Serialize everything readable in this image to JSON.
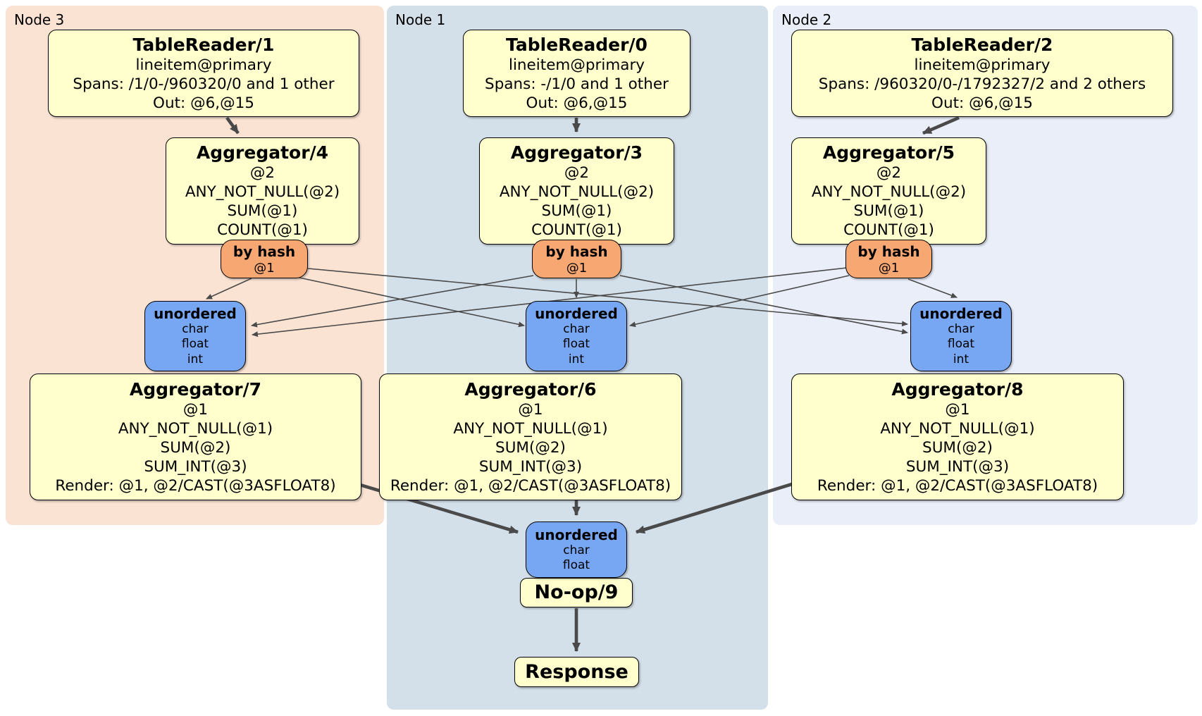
{
  "colors": {
    "panel_node3": "#fbe3d4",
    "panel_node1": "#d3dfe9",
    "panel_node2": "#e9eef9",
    "box_fill": "#ffffcd",
    "router_fill": "#f7a772",
    "sync_fill": "#77a7f3",
    "edge": "#4a4a4a",
    "border": "#000000"
  },
  "nodes": [
    {
      "label": "Node 3"
    },
    {
      "label": "Node 1"
    },
    {
      "label": "Node 2"
    }
  ],
  "boxes": {
    "tr1": {
      "title": "TableReader/1",
      "lines": [
        "lineitem@primary",
        "Spans: /1/0-/960320/0 and 1 other",
        "Out: @6,@15"
      ]
    },
    "tr0": {
      "title": "TableReader/0",
      "lines": [
        "lineitem@primary",
        "Spans: -/1/0 and 1 other",
        "Out: @6,@15"
      ]
    },
    "tr2": {
      "title": "TableReader/2",
      "lines": [
        "lineitem@primary",
        "Spans: /960320/0-/1792327/2 and 2 others",
        "Out: @6,@15"
      ]
    },
    "agg4": {
      "title": "Aggregator/4",
      "lines": [
        "@2",
        "ANY_NOT_NULL(@2)",
        "SUM(@1)",
        "COUNT(@1)"
      ]
    },
    "agg3": {
      "title": "Aggregator/3",
      "lines": [
        "@2",
        "ANY_NOT_NULL(@2)",
        "SUM(@1)",
        "COUNT(@1)"
      ]
    },
    "agg5": {
      "title": "Aggregator/5",
      "lines": [
        "@2",
        "ANY_NOT_NULL(@2)",
        "SUM(@1)",
        "COUNT(@1)"
      ]
    },
    "agg7": {
      "title": "Aggregator/7",
      "lines": [
        "@1",
        "ANY_NOT_NULL(@1)",
        "SUM(@2)",
        "SUM_INT(@3)",
        "Render: @1, @2/CAST(@3ASFLOAT8)"
      ]
    },
    "agg6": {
      "title": "Aggregator/6",
      "lines": [
        "@1",
        "ANY_NOT_NULL(@1)",
        "SUM(@2)",
        "SUM_INT(@3)",
        "Render: @1, @2/CAST(@3ASFLOAT8)"
      ]
    },
    "agg8": {
      "title": "Aggregator/8",
      "lines": [
        "@1",
        "ANY_NOT_NULL(@1)",
        "SUM(@2)",
        "SUM_INT(@3)",
        "Render: @1, @2/CAST(@3ASFLOAT8)"
      ]
    },
    "noop": {
      "title": "No-op/9"
    },
    "response": {
      "title": "Response"
    }
  },
  "router": {
    "title": "by hash",
    "sub": "@1"
  },
  "sync_mid": {
    "title": "unordered",
    "items": [
      "char",
      "float",
      "int"
    ]
  },
  "sync_bottom": {
    "title": "unordered",
    "items": [
      "char",
      "float"
    ]
  },
  "edges": {
    "thick": [
      [
        322,
        167,
        338,
        189
      ],
      [
        818,
        167,
        818,
        187
      ],
      [
        1361,
        167,
        1310,
        189
      ],
      [
        511,
        688,
        735,
        755
      ],
      [
        818,
        709,
        818,
        731
      ],
      [
        1124,
        687,
        903,
        755
      ],
      [
        818,
        863,
        818,
        924
      ]
    ],
    "thin": [
      [
        357,
        395,
        293,
        424
      ],
      [
        420,
        393,
        744,
        462
      ],
      [
        437,
        381,
        1288,
        460
      ],
      [
        757,
        391,
        357,
        462
      ],
      [
        818,
        396,
        818,
        422
      ],
      [
        880,
        391,
        1288,
        472
      ],
      [
        1202,
        380,
        358,
        475
      ],
      [
        1205,
        391,
        894,
        462
      ],
      [
        1289,
        396,
        1358,
        422
      ]
    ]
  }
}
